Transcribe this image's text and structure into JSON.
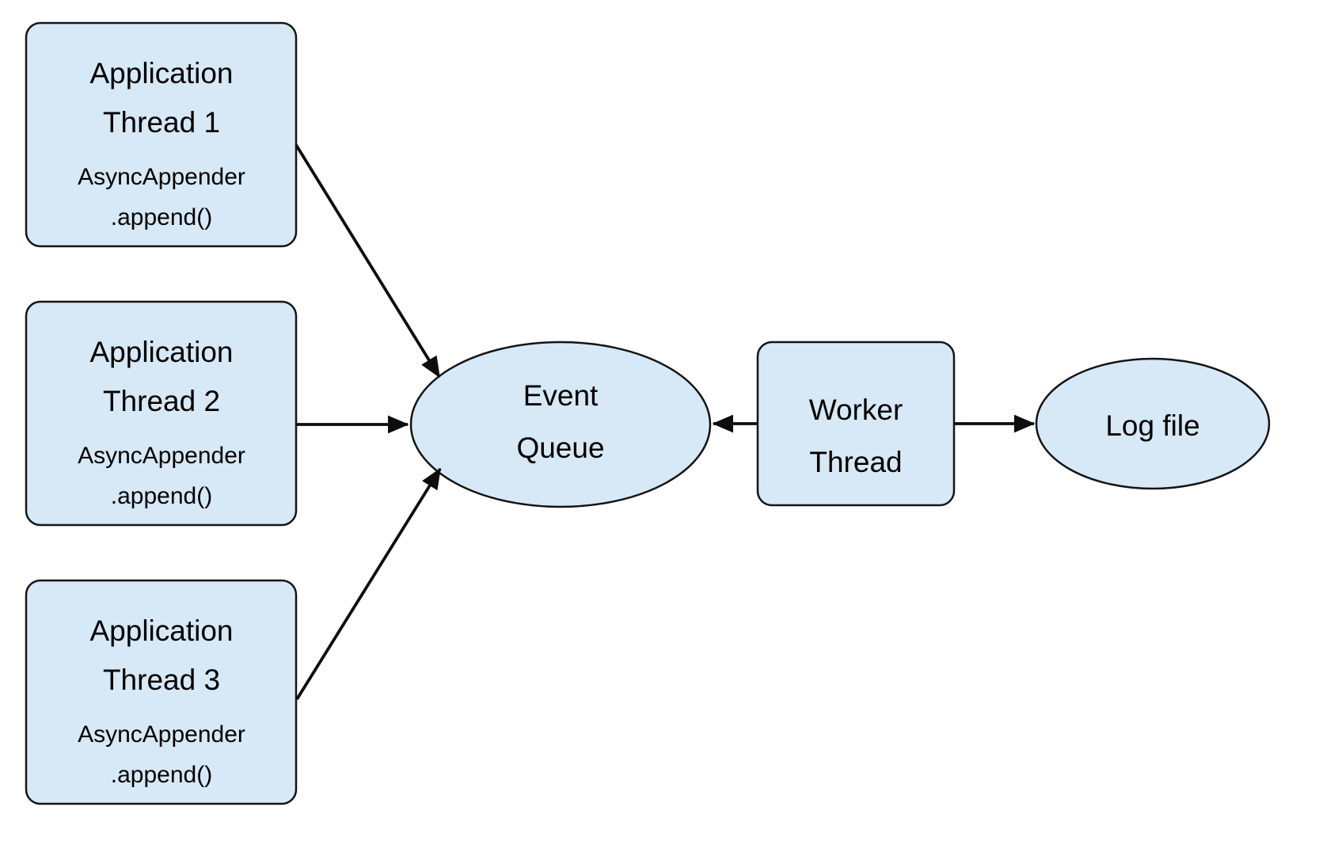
{
  "colors": {
    "node_fill": "#d7e8f6",
    "node_stroke": "#141414",
    "arrow": "#0d0d0d",
    "text": "#000000",
    "background": "#ffffff"
  },
  "nodes": {
    "app_threads": [
      {
        "line1": "Application",
        "line2": "Thread 1",
        "line3": "AsyncAppender",
        "line4": ".append()"
      },
      {
        "line1": "Application",
        "line2": "Thread 2",
        "line3": "AsyncAppender",
        "line4": ".append()"
      },
      {
        "line1": "Application",
        "line2": "Thread 3",
        "line3": "AsyncAppender",
        "line4": ".append()"
      }
    ],
    "event_queue": {
      "line1": "Event",
      "line2": "Queue"
    },
    "worker_thread": {
      "line1": "Worker",
      "line2": "Thread"
    },
    "log_file": {
      "label": "Log file"
    }
  },
  "edges": [
    {
      "from": "application-thread-1",
      "to": "event-queue"
    },
    {
      "from": "application-thread-2",
      "to": "event-queue"
    },
    {
      "from": "application-thread-3",
      "to": "event-queue"
    },
    {
      "from": "worker-thread",
      "to": "event-queue"
    },
    {
      "from": "worker-thread",
      "to": "log-file"
    }
  ]
}
